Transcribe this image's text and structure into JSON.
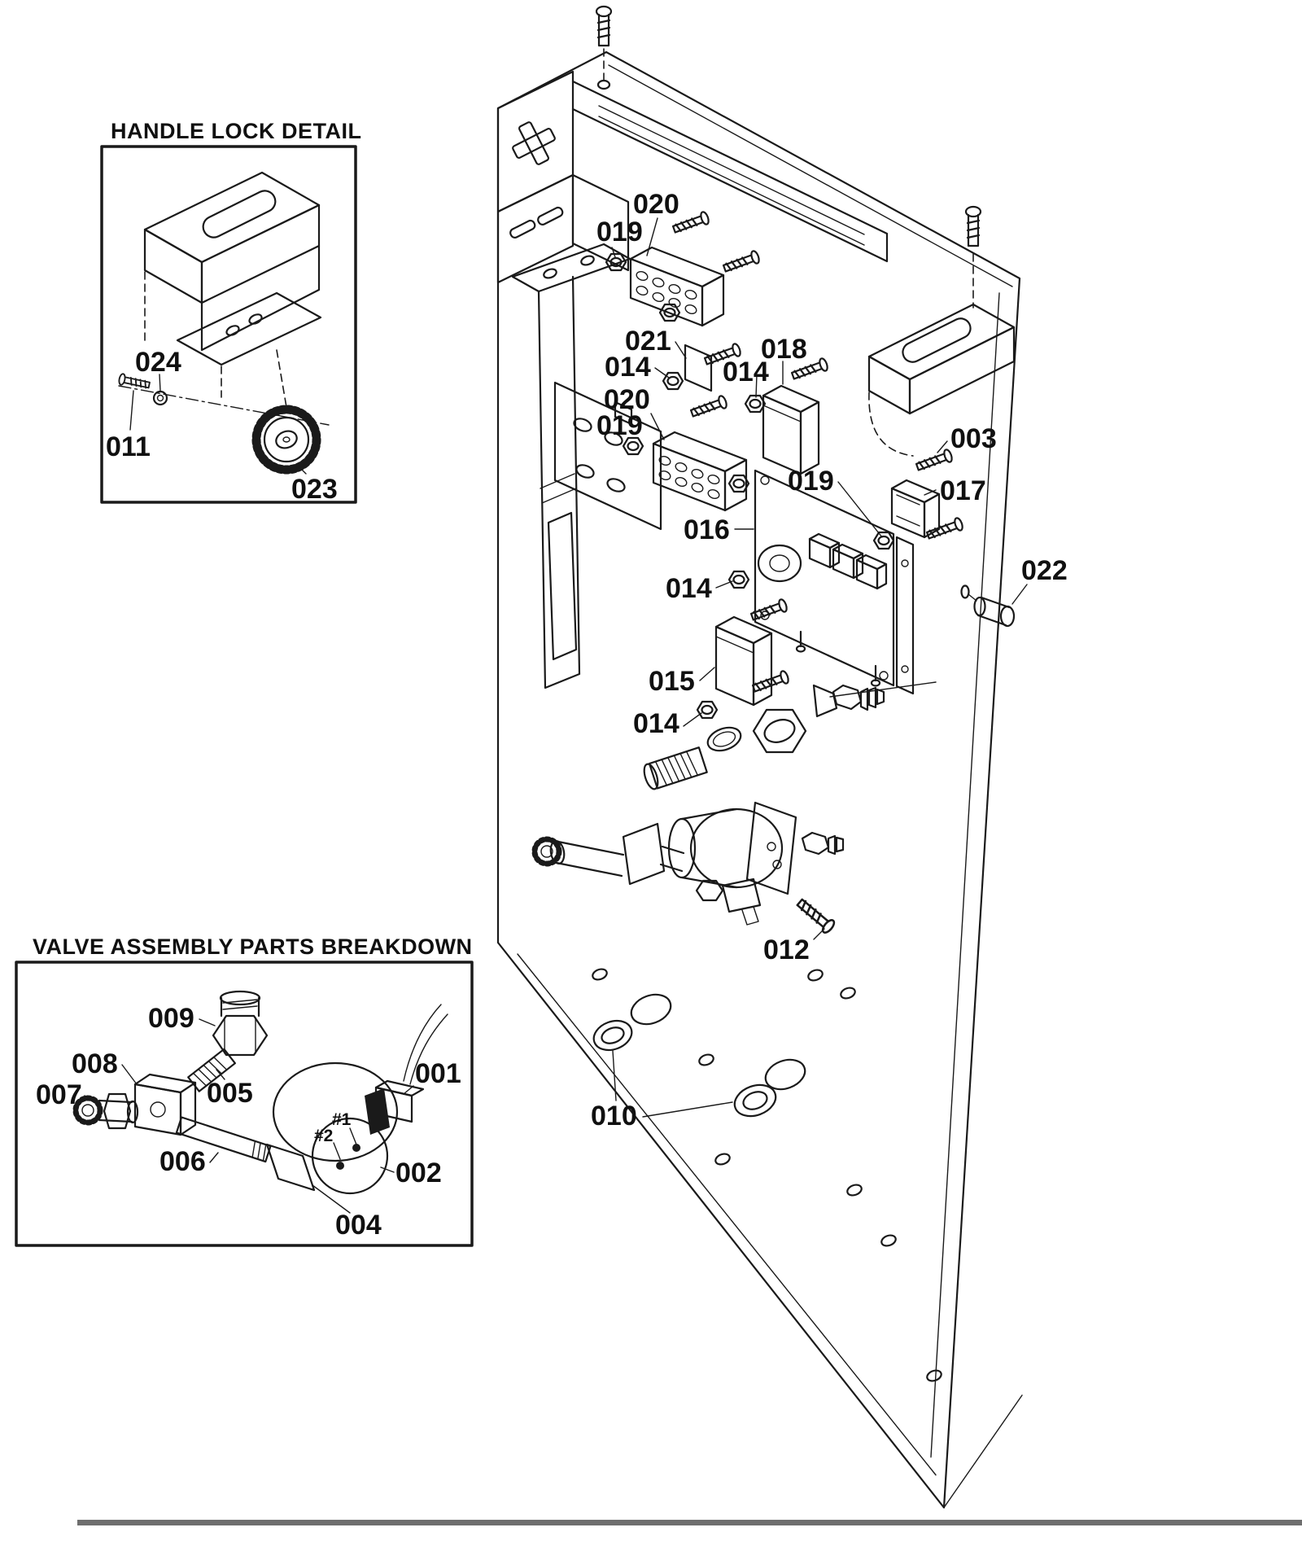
{
  "colors": {
    "line": "#1a1a1a",
    "text": "#101010",
    "divider": "#6e6e6e"
  },
  "handle_lock_detail": {
    "title": "HANDLE LOCK DETAIL",
    "callouts": {
      "c024": "024",
      "c011": "011",
      "c023": "023"
    }
  },
  "valve_assembly_breakdown": {
    "title": "VALVE ASSEMBLY PARTS BREAKDOWN",
    "callouts": {
      "c009": "009",
      "c008": "008",
      "c007": "007",
      "c005": "005",
      "c006": "006",
      "c004": "004",
      "c002": "002",
      "c001": "001",
      "port1": "#1",
      "port2": "#2"
    }
  },
  "main_view": {
    "callouts": {
      "c020_top": "020",
      "c019_top": "019",
      "c021": "021",
      "c014_a": "014",
      "c018": "018",
      "c014_b": "014",
      "c020_mid": "020",
      "c019_mid": "019",
      "c003": "003",
      "c017": "017",
      "c019_low": "019",
      "c016": "016",
      "c014_c": "014",
      "c022": "022",
      "c015": "015",
      "c014_d": "014",
      "c012": "012",
      "c010": "010"
    }
  }
}
